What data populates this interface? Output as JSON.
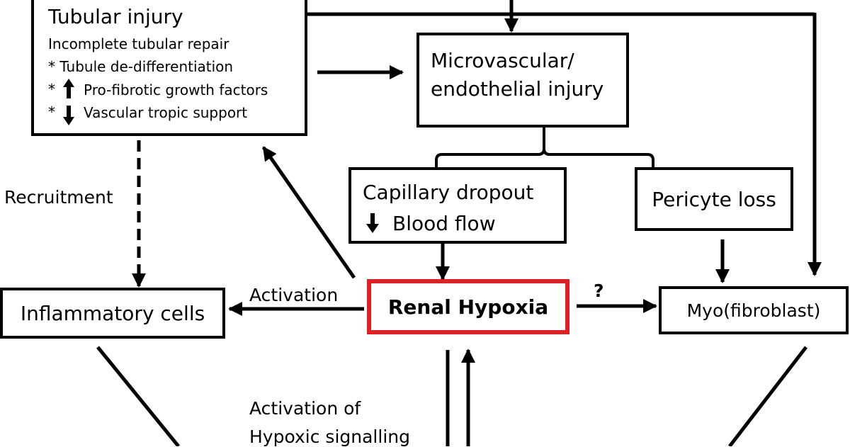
{
  "tubular_injury": {
    "title": "Tubular injury",
    "line1": "Incomplete tubular repair",
    "line2": "* Tubule de-differentiation",
    "line3_star": "*",
    "line3_text": "Pro-fibrotic growth factors",
    "line4_star": "*",
    "line4_text": "Vascular tropic support"
  },
  "microvascular_injury": {
    "line1": "Microvascular/",
    "line2": "endothelial injury"
  },
  "capillary_dropout": {
    "line1": "Capillary dropout",
    "line2": "Blood flow"
  },
  "pericyte_loss": {
    "label": "Pericyte loss"
  },
  "renal_hypoxia": {
    "label": "Renal Hypoxia",
    "border_color": "#e31e24"
  },
  "inflammatory_cells": {
    "label": "Inflammatory cells"
  },
  "myofibroblast": {
    "label": "Myo(fibroblast)"
  },
  "edge_labels": {
    "recruitment": "Recruitment",
    "activation": "Activation",
    "question": "?",
    "hypoxic_line1": "Activation of",
    "hypoxic_line2": "Hypoxic signalling"
  }
}
